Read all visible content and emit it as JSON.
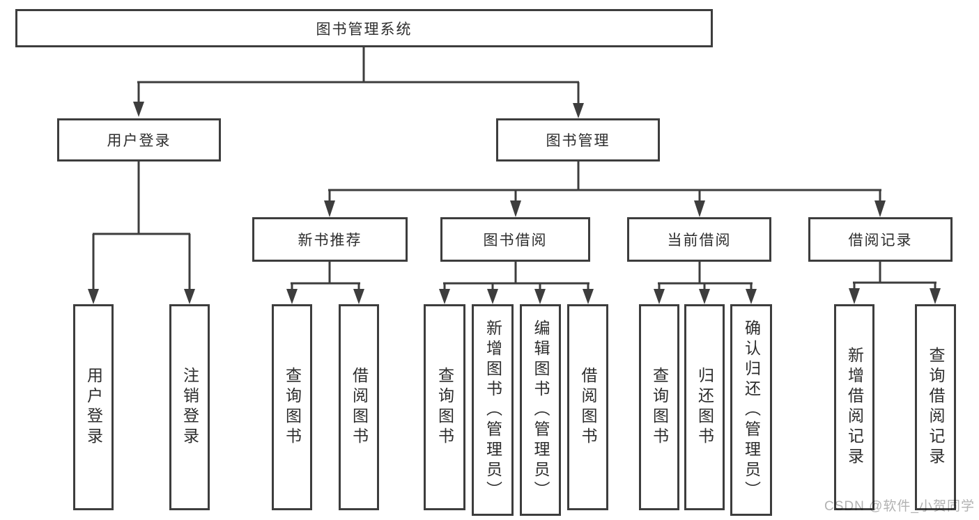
{
  "diagram_title": "图书管理系统",
  "tree": {
    "label": "图书管理系统",
    "children": [
      {
        "label": "用户登录",
        "children": [
          {
            "label": "用户登录"
          },
          {
            "label": "注销登录"
          }
        ]
      },
      {
        "label": "图书管理",
        "children": [
          {
            "label": "新书推荐",
            "children": [
              {
                "label": "查询图书"
              },
              {
                "label": "借阅图书"
              }
            ]
          },
          {
            "label": "图书借阅",
            "children": [
              {
                "label": "查询图书"
              },
              {
                "label": "新增图书（管理员）"
              },
              {
                "label": "编辑图书（管理员）"
              },
              {
                "label": "借阅图书"
              }
            ]
          },
          {
            "label": "当前借阅",
            "children": [
              {
                "label": "查询图书"
              },
              {
                "label": "归还图书"
              },
              {
                "label": "确认归还（管理员）"
              }
            ]
          },
          {
            "label": "借阅记录",
            "children": [
              {
                "label": "新增借阅记录"
              },
              {
                "label": "查询借阅记录"
              }
            ]
          }
        ]
      }
    ]
  },
  "watermark": {
    "text": "CSDN @软件_小贺同学"
  },
  "colors": {
    "line": "#3d3d3d",
    "box_border": "#3d3d3d",
    "box_bg": "#ffffff",
    "text": "#2d2d2d",
    "watermark": "#b2b2b2"
  }
}
